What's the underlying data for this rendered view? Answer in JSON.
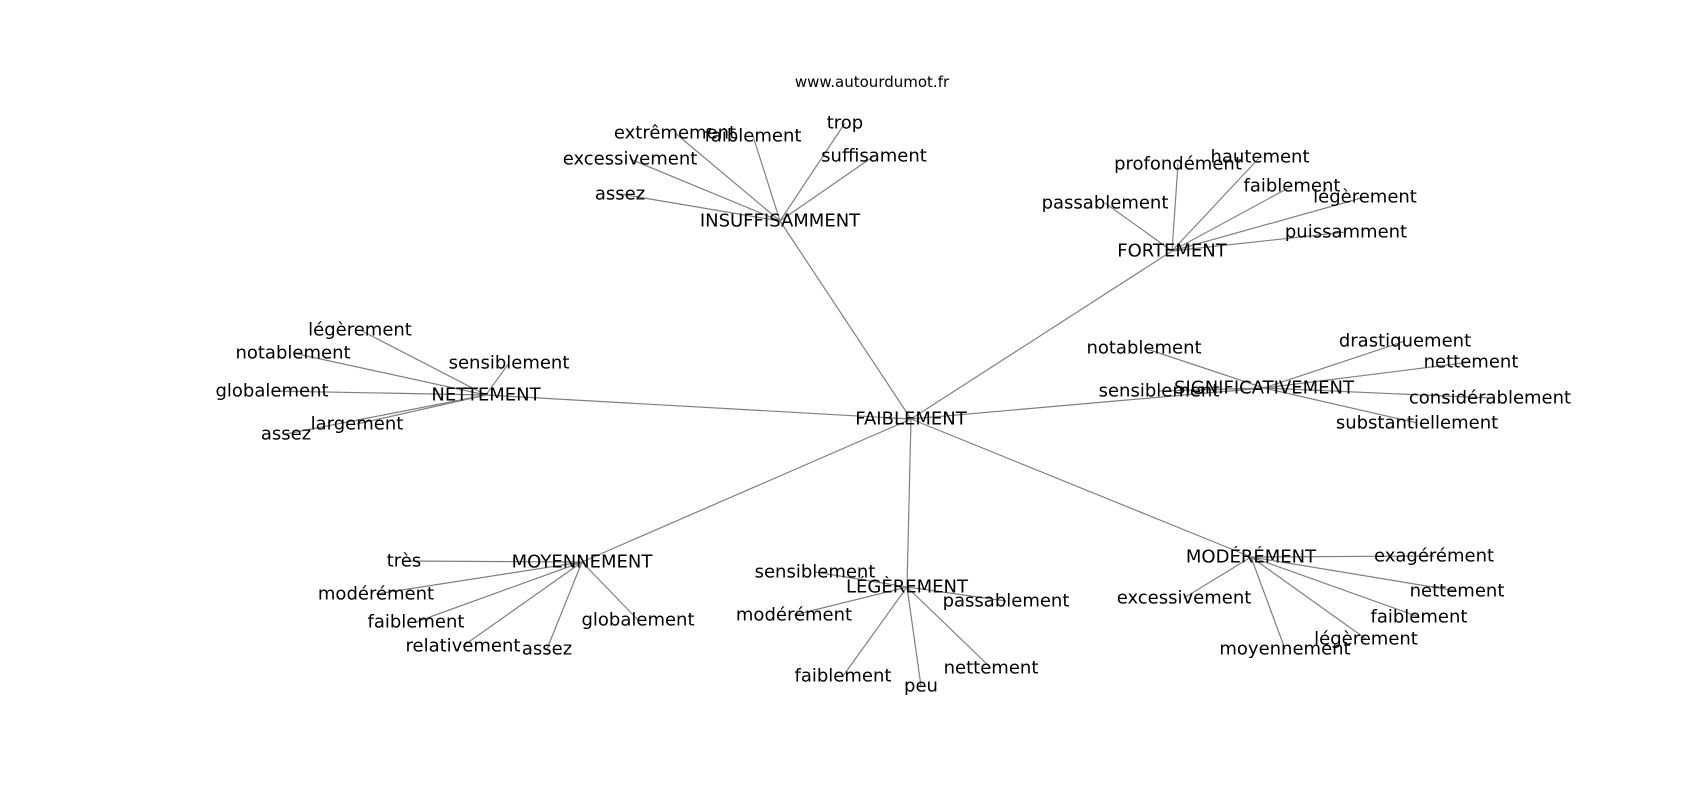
{
  "source": "www.autourdumot.fr",
  "graph": {
    "root": "FAIBLEMENT",
    "hubs": [
      {
        "word": "INSUFFISAMMENT",
        "leaves": [
          "assez",
          "excessivement",
          "extrêmement",
          "faiblement",
          "trop",
          "suffisament"
        ]
      },
      {
        "word": "FORTEMENT",
        "leaves": [
          "passablement",
          "profondément",
          "hautement",
          "faiblement",
          "légèrement",
          "puissamment"
        ]
      },
      {
        "word": "NETTEMENT",
        "leaves": [
          "légèrement",
          "notablement",
          "sensiblement",
          "globalement",
          "largement",
          "assez"
        ]
      },
      {
        "word": "SIGNIFICATIVEMENT",
        "leaves": [
          "notablement",
          "drastiquement",
          "nettement",
          "considérablement",
          "sensiblement",
          "substantiellement"
        ]
      },
      {
        "word": "MOYENNEMENT",
        "leaves": [
          "très",
          "modérément",
          "faiblement",
          "relativement",
          "assez",
          "globalement"
        ]
      },
      {
        "word": "LÉGÈREMENT",
        "leaves": [
          "sensiblement",
          "modérément",
          "passablement",
          "faiblement",
          "peu",
          "nettement"
        ]
      },
      {
        "word": "MODÉRÉMENT",
        "leaves": [
          "exagérément",
          "excessivement",
          "nettement",
          "faiblement",
          "légèrement",
          "moyennement"
        ]
      }
    ]
  }
}
